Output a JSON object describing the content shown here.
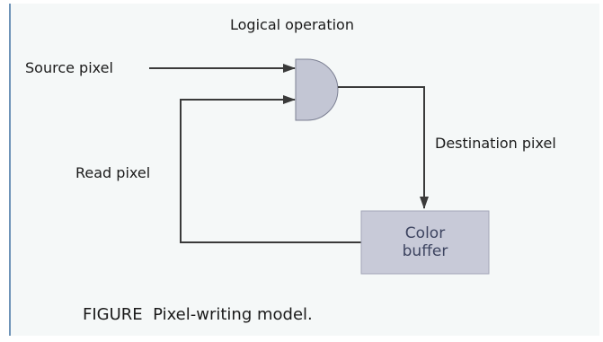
{
  "diagram": {
    "labels": {
      "logical_operation": "Logical operation",
      "source_pixel": "Source pixel",
      "destination_pixel": "Destination pixel",
      "read_pixel": "Read pixel"
    },
    "color_buffer": {
      "line1": "Color",
      "line2": "buffer"
    },
    "caption": {
      "prefix": "FIGURE",
      "text": "Pixel-writing model."
    },
    "colors": {
      "panel_background": "#f5f8f8",
      "left_border": "#6f94b8",
      "lines": "#3a3a3a",
      "gate_fill": "#c3c6d4",
      "buffer_fill": "#c8cad8"
    },
    "gate_icon": "and-gate-icon"
  }
}
